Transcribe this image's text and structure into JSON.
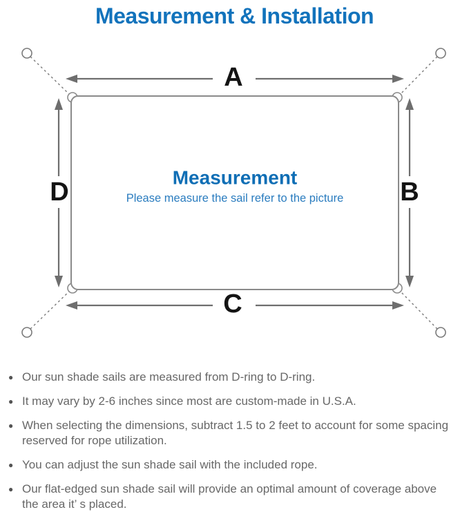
{
  "title": "Measurement & Installation",
  "diagram": {
    "label_top": "A",
    "label_right": "B",
    "label_bottom": "C",
    "label_left": "D",
    "center_title": "Measurement",
    "center_subtitle": "Please measure the sail refer to the picture"
  },
  "notes": {
    "bullet": "●",
    "items": [
      {
        "lines": [
          "Our sun shade sails are measured from D-ring to D-ring."
        ]
      },
      {
        "lines": [
          "It may vary by 2-6 inches since most are custom-made in U.S.A."
        ]
      },
      {
        "lines": [
          "When selecting the dimensions, subtract 1.5 to 2 feet to account for some spacing",
          "reserved for rope utilization."
        ]
      },
      {
        "lines": [
          "You can adjust the sun shade sail with the included rope."
        ]
      },
      {
        "lines": [
          "Our flat-edged sun shade sail will provide an optimal amount of coverage above",
          "the area it’ s placed."
        ]
      }
    ]
  },
  "colors": {
    "accent_blue": "#1273BC",
    "center_title_blue": "#0F6EB5",
    "center_subtitle_blue": "#2A7CBF",
    "line_gray": "#8A8A8A",
    "arrow_gray": "#6E6E6E",
    "note_text_gray": "#676767"
  }
}
